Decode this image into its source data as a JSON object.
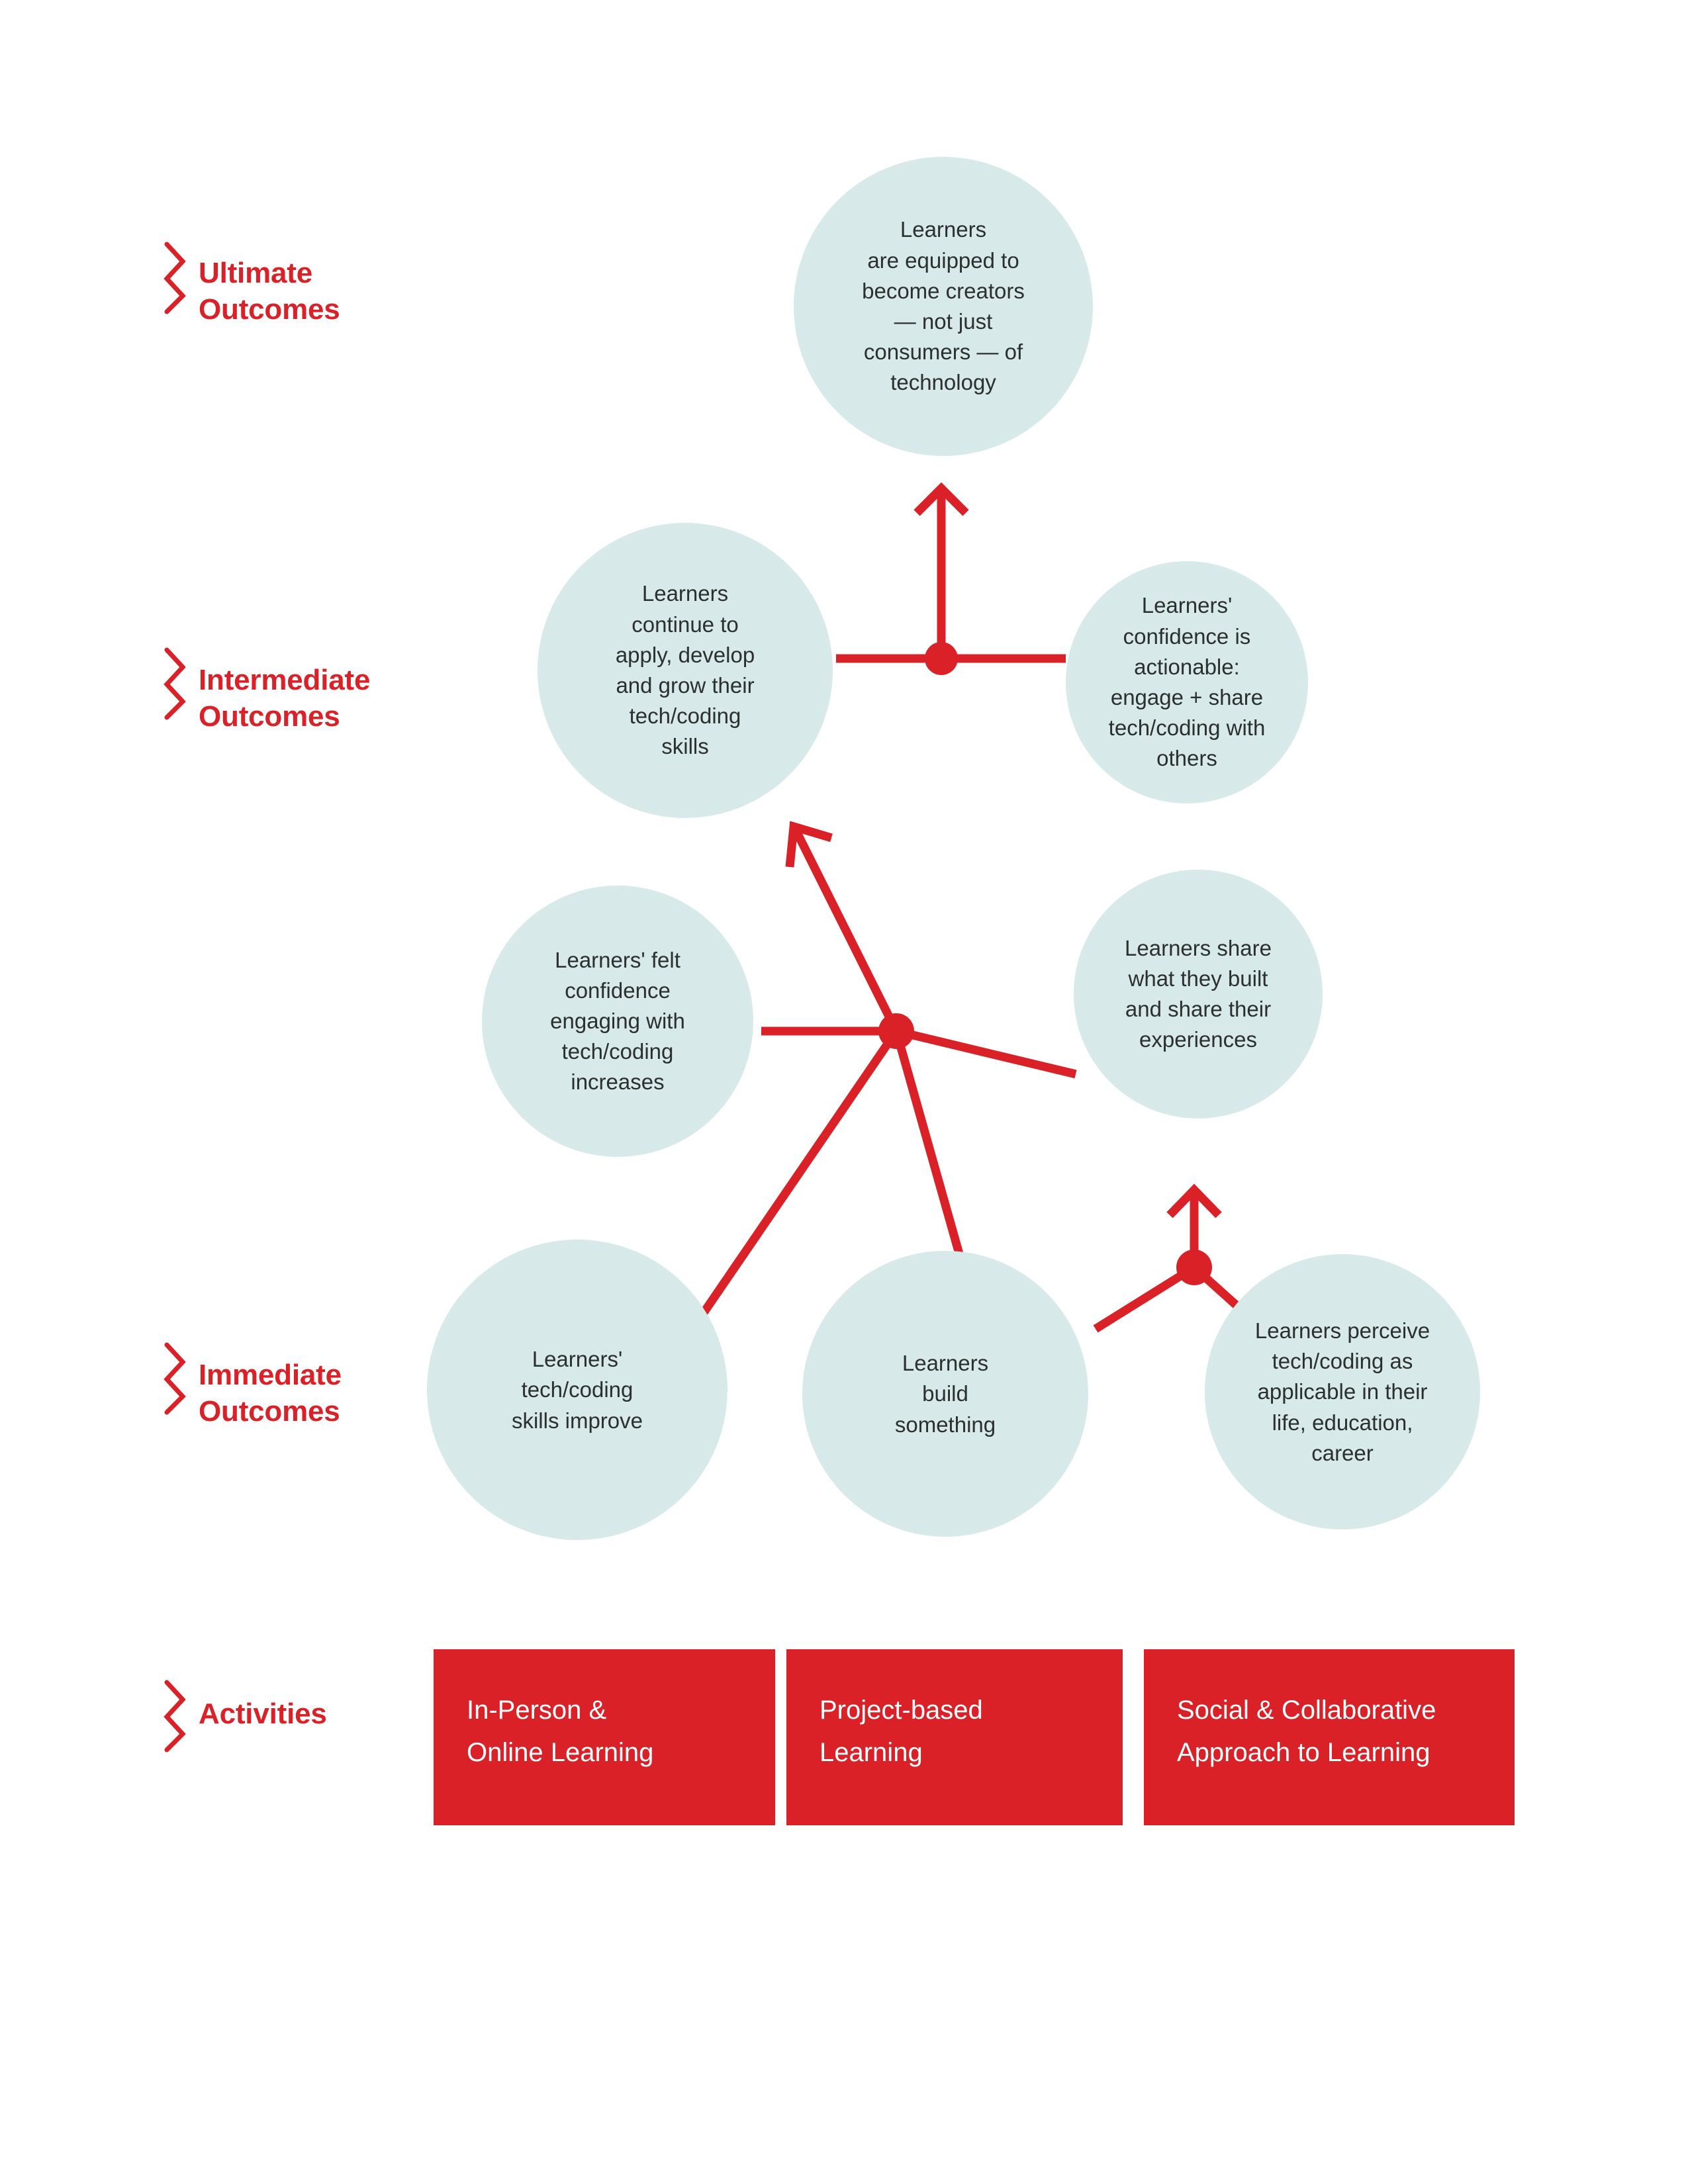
{
  "theme": {
    "accent_red": "#DA2128",
    "node_fill": "#D7E9E9",
    "node_text": "#2B2F2E",
    "background": "#FFFFFF"
  },
  "stages": [
    {
      "id": "ultimate",
      "label": "Ultimate\nOutcomes",
      "icon": "squiggle-icon"
    },
    {
      "id": "intermediate",
      "label": "Intermediate\nOutcomes",
      "icon": "squiggle-icon"
    },
    {
      "id": "immediate",
      "label": "Immediate\nOutcomes",
      "icon": "squiggle-icon"
    },
    {
      "id": "activities",
      "label": "Activities",
      "icon": "squiggle-icon"
    }
  ],
  "nodes": [
    {
      "id": "ultimate-outcome",
      "stage": "ultimate",
      "text": "Learners\nare equipped to\nbecome creators\n— not just\nconsumers — of\ntechnology"
    },
    {
      "id": "continue-apply-grow",
      "stage": "intermediate",
      "text": "Learners\ncontinue to\napply, develop\nand grow their\ntech/coding\nskills"
    },
    {
      "id": "confidence-actionable",
      "stage": "intermediate",
      "text": "Learners'\nconfidence is\nactionable:\nengage + share\ntech/coding with\nothers"
    },
    {
      "id": "felt-confidence",
      "stage": "intermediate",
      "text": "Learners' felt\nconfidence\nengaging with\ntech/coding\nincreases"
    },
    {
      "id": "share-what-built",
      "stage": "intermediate",
      "text": "Learners share\nwhat they built\nand share their\nexperiences"
    },
    {
      "id": "skills-improve",
      "stage": "immediate",
      "text": "Learners'\ntech/coding\nskills improve"
    },
    {
      "id": "build-something",
      "stage": "immediate",
      "text": "Learners\nbuild\nsomething"
    },
    {
      "id": "perceive-applicable",
      "stage": "immediate",
      "text": "Learners perceive\ntech/coding as\napplicable in their\nlife, education,\ncareer"
    }
  ],
  "activities": [
    {
      "id": "in-person-online",
      "label": "In-Person &\nOnline Learning"
    },
    {
      "id": "project-based",
      "label": "Project-based\nLearning"
    },
    {
      "id": "social-collaborative",
      "label": "Social & Collaborative\nApproach to Learning"
    }
  ]
}
